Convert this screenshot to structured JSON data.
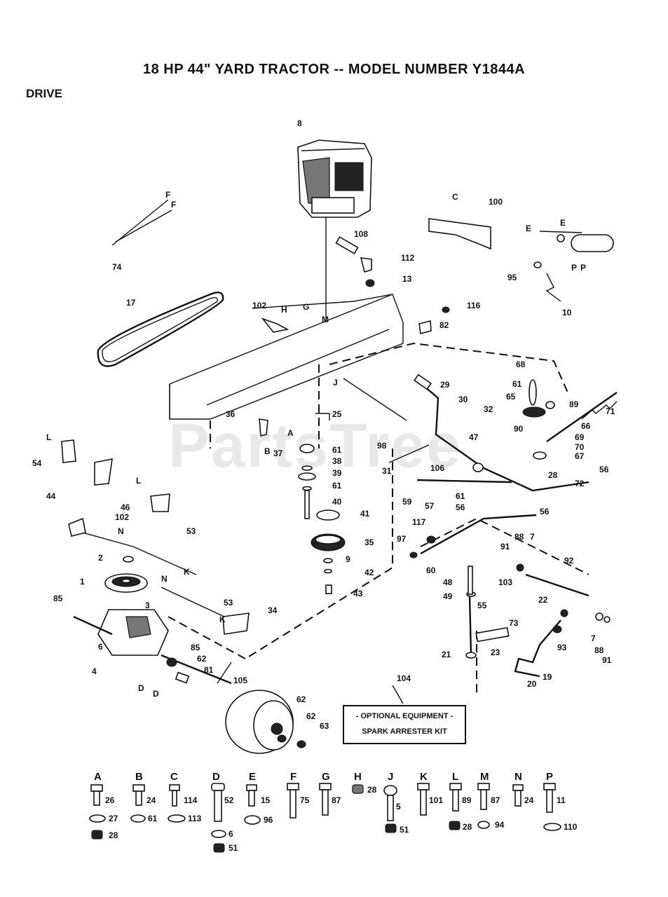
{
  "page": {
    "title": "18 HP 44\" YARD TRACTOR -- MODEL NUMBER Y1844A",
    "section": "DRIVE",
    "watermark": "PartsTree"
  },
  "optional_box": {
    "line1": "- OPTIONAL EQUIPMENT -",
    "line2": "SPARK ARRESTER KIT",
    "ref": "104"
  },
  "callouts": [
    "8",
    "100",
    "108",
    "112",
    "13",
    "74",
    "17",
    "102",
    "H",
    "G",
    "M",
    "95",
    "10",
    "116",
    "82",
    "68",
    "61",
    "65",
    "89",
    "71",
    "29",
    "30",
    "32",
    "90",
    "66",
    "47",
    "69",
    "70",
    "67",
    "56",
    "36",
    "25",
    "J",
    "98",
    "37",
    "61",
    "38",
    "39",
    "61",
    "40",
    "31",
    "106",
    "28",
    "72",
    "59",
    "57",
    "61",
    "56",
    "56",
    "41",
    "117",
    "97",
    "60",
    "35",
    "9",
    "42",
    "43",
    "91",
    "88",
    "7",
    "92",
    "54",
    "44",
    "46",
    "102",
    "53",
    "2",
    "1",
    "85",
    "3",
    "53",
    "34",
    "48",
    "49",
    "103",
    "55",
    "22",
    "73",
    "7",
    "88",
    "91",
    "93",
    "23",
    "21",
    "20",
    "19",
    "6",
    "4",
    "85",
    "62",
    "81",
    "105",
    "D",
    "D",
    "62",
    "62",
    "63",
    "E",
    "E",
    "F",
    "F",
    "C",
    "P",
    "P",
    "L",
    "L",
    "K",
    "K",
    "N",
    "N",
    "A",
    "B"
  ],
  "hardware_legend": [
    {
      "letter": "A",
      "items": [
        "26",
        "27",
        "28"
      ]
    },
    {
      "letter": "B",
      "items": [
        "24",
        "61"
      ]
    },
    {
      "letter": "C",
      "items": [
        "114",
        "113"
      ]
    },
    {
      "letter": "D",
      "items": [
        "52",
        "6",
        "51"
      ]
    },
    {
      "letter": "E",
      "items": [
        "15",
        "96"
      ]
    },
    {
      "letter": "F",
      "items": [
        "75"
      ]
    },
    {
      "letter": "G",
      "items": [
        "87"
      ]
    },
    {
      "letter": "H",
      "items": [
        "28"
      ]
    },
    {
      "letter": "J",
      "items": [
        "5",
        "51"
      ]
    },
    {
      "letter": "K",
      "items": [
        "101"
      ]
    },
    {
      "letter": "L",
      "items": [
        "89",
        "28",
        "94"
      ]
    },
    {
      "letter": "M",
      "items": [
        "87"
      ]
    },
    {
      "letter": "N",
      "items": [
        "24"
      ]
    },
    {
      "letter": "P",
      "items": [
        "11",
        "110"
      ]
    }
  ]
}
